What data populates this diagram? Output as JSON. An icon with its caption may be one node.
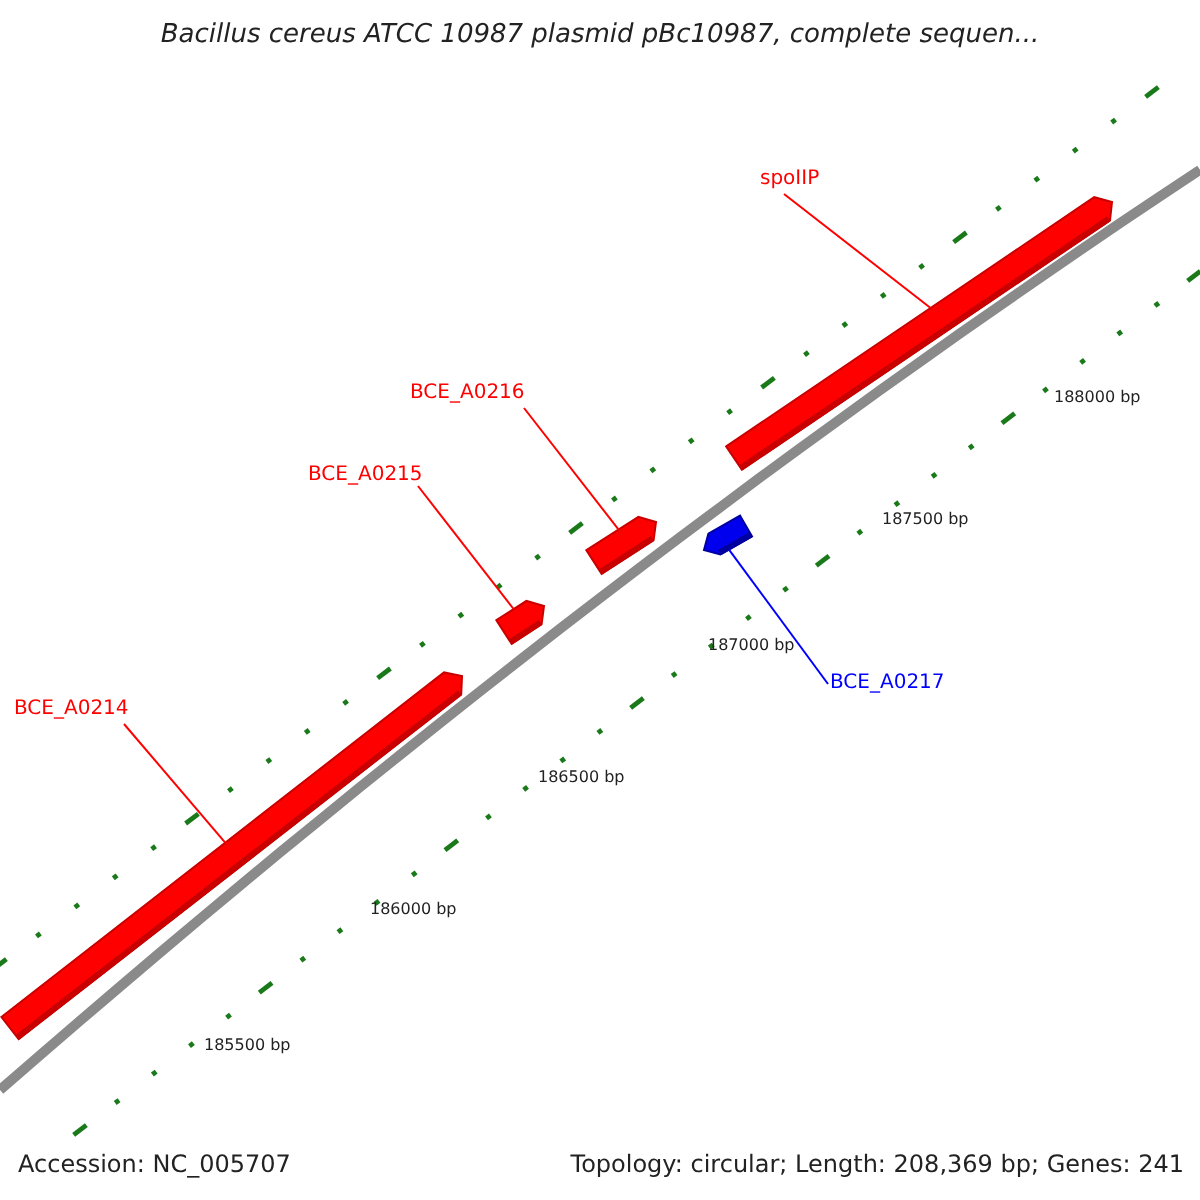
{
  "diagram": {
    "title": "Bacillus cereus ATCC 10987 plasmid pBc10987, complete sequen...",
    "nodes": [
      {
        "text": [
          "spoIIP"
        ]
      },
      {
        "text": [],
        "shape": "bar"
      },
      {
        "text": [
          "BCE_A0216"
        ]
      },
      {
        "text": [],
        "shape": "bar"
      },
      {
        "text": [
          "BCE_A0215"
        ]
      },
      {
        "text": [],
        "shape": "bar"
      },
      {
        "text": [
          "BCE_A0214"
        ]
      },
      {
        "text": [],
        "shape": "bar"
      },
      {
        "text": [],
        "shape": "bar"
      },
      {
        "text": [
          "BCE_A0217"
        ]
      }
    ],
    "edges": [
      {
        "from": 0,
        "to": 1,
        "arrow": "none"
      },
      {
        "from": 2,
        "to": 3,
        "arrow": "none"
      },
      {
        "from": 4,
        "to": 5,
        "arrow": "none"
      },
      {
        "from": 6,
        "to": 7,
        "arrow": "none"
      },
      {
        "from": 9,
        "to": 8,
        "arrow": "none",
        "color": "#0000ff"
      }
    ],
    "labels": [
      "188000 bp",
      "187500 bp",
      "187000 bp",
      "186500 bp",
      "186000 bp",
      "185500 bp",
      "Accession: NC_005707",
      "Topology: circular; Length: 208,369 bp; Genes: 241"
    ]
  }
}
